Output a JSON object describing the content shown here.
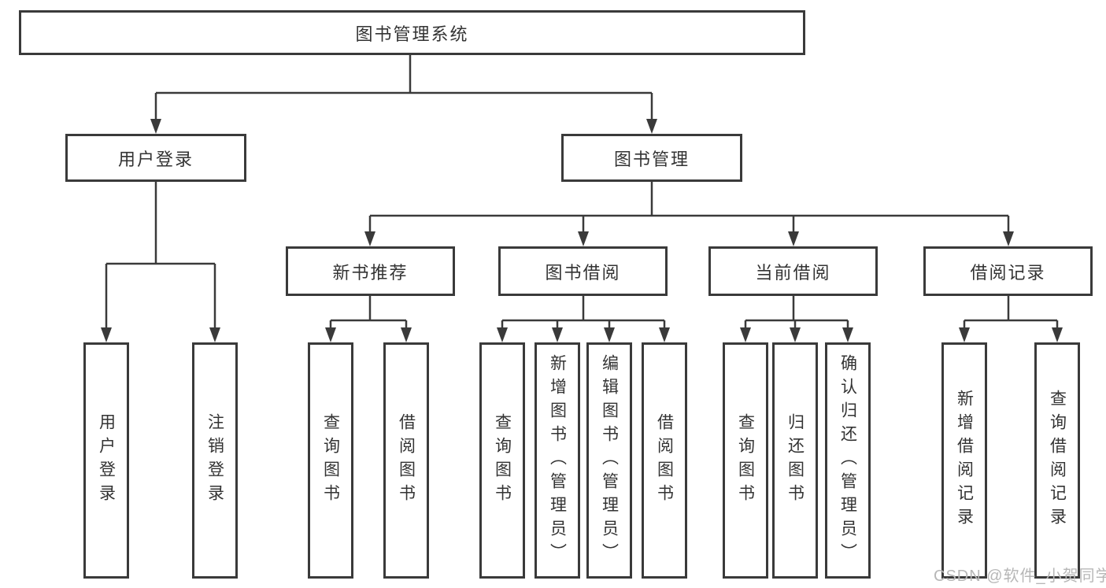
{
  "diagram": {
    "title": "图书管理系统",
    "level2": [
      {
        "label": "用户登录"
      },
      {
        "label": "图书管理"
      }
    ],
    "level3": [
      {
        "label": "新书推荐",
        "parent": "图书管理"
      },
      {
        "label": "图书借阅",
        "parent": "图书管理"
      },
      {
        "label": "当前借阅",
        "parent": "图书管理"
      },
      {
        "label": "借阅记录",
        "parent": "图书管理"
      }
    ],
    "leaves": [
      {
        "label": "用户登录",
        "parent": "用户登录"
      },
      {
        "label": "注销登录",
        "parent": "用户登录"
      },
      {
        "label": "查询图书",
        "parent": "新书推荐"
      },
      {
        "label": "借阅图书",
        "parent": "新书推荐"
      },
      {
        "label": "查询图书",
        "parent": "图书借阅"
      },
      {
        "label": "新增图书（管理员）",
        "parent": "图书借阅"
      },
      {
        "label": "编辑图书（管理员）",
        "parent": "图书借阅"
      },
      {
        "label": "借阅图书",
        "parent": "图书借阅"
      },
      {
        "label": "查询图书",
        "parent": "当前借阅"
      },
      {
        "label": "归还图书",
        "parent": "当前借阅"
      },
      {
        "label": "确认归还（管理员）",
        "parent": "当前借阅"
      },
      {
        "label": "新增借阅记录",
        "parent": "借阅记录"
      },
      {
        "label": "查询借阅记录",
        "parent": "借阅记录"
      }
    ]
  },
  "watermark": "CSDN @软件_小贺同学",
  "colors": {
    "line": "#3a3a3a",
    "box_border": "#3a3a3a",
    "text": "#333333",
    "watermark": "#b7b7b7",
    "background": "#ffffff"
  }
}
